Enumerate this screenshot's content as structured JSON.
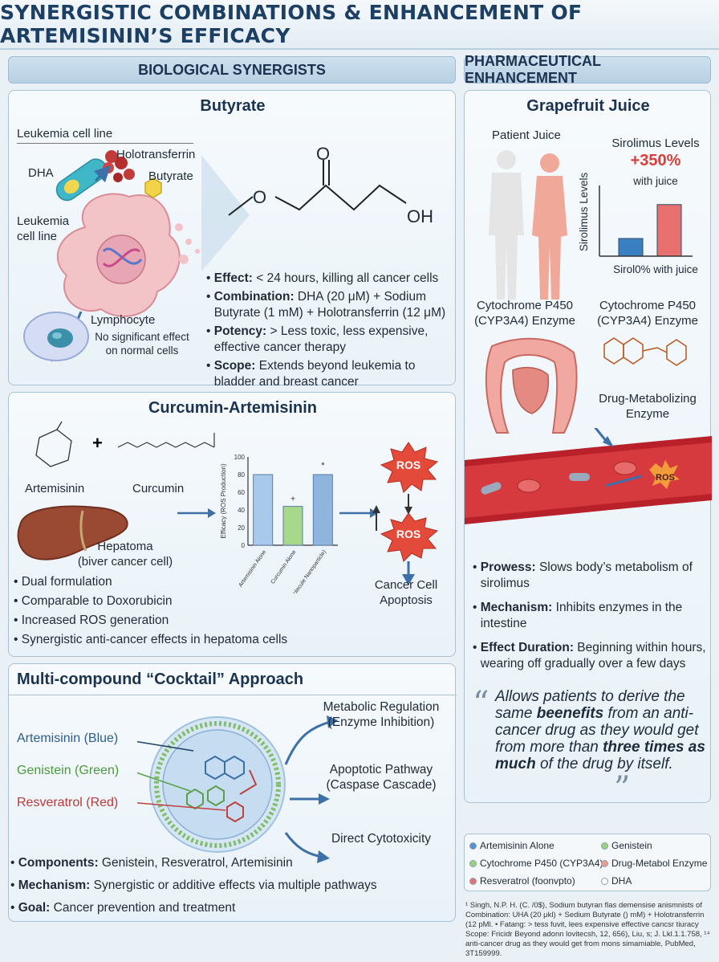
{
  "title": "SYNERGISTIC COMBINATIONS & ENHANCEMENT OF ARTEMISININ’S EFFICACY",
  "left_header": "BIOLOGICAL SYNERGISTS",
  "right_header": "PHARMACEUTICAL ENHANCEMENT",
  "butyrate": {
    "title": "Butyrate",
    "cell_line_top": "Leukemia cell line",
    "dha": "DHA",
    "holotransferrin": "Holotransferrin",
    "butyrate_label": "Butyrate",
    "cell_line_side": "Leukemia\ncell line",
    "lymphocyte": "Lymphocyte",
    "no_effect": "No significant effect\non normal cells",
    "molecule_o": "O",
    "molecule_o2": "O",
    "molecule_oh": "OH",
    "bullets": [
      {
        "label": "Effect:",
        "text": " < 24 hours, killing all cancer cells"
      },
      {
        "label": "Combination:",
        "text": " DHA (20 μM) + Sodium Butyrate (1 mM) + Holotransferrin (12 μM)"
      },
      {
        "label": "Potency:",
        "text": " > Less toxic, less expensive, effective cancer therapy"
      },
      {
        "label": "Scope:",
        "text": " Extends beyond leukemia to bladder and breast cancer"
      }
    ]
  },
  "curcumin": {
    "title": "Curcumin-Artemisinin",
    "artemisinin": "Artemisinin",
    "curcumin": "Curcumin",
    "hepatoma": "Hepatoma\n(biver cancer cell)",
    "ros": "ROS",
    "apoptosis": "Cancer Cell\nApoptosis",
    "bullets": [
      "Dual formulation",
      "Comparable to Doxorubicin",
      "Increased ROS generation",
      "Synergistic anti-cancer effects in hepatoma cells"
    ]
  },
  "chart_data": {
    "type": "bar",
    "ylabel": "Efficacy (ROS Production)",
    "categories": [
      "Artemisinin Alone",
      "Curcumin Alone",
      "Combination (Dual-Molecule Nanoparticle)"
    ],
    "values": [
      80,
      44,
      80
    ],
    "ylim": [
      0,
      100
    ],
    "yticks": [
      0,
      20,
      40,
      60,
      80,
      100
    ],
    "colors": [
      "#a9c9ea",
      "#a8d88a",
      "#8fb5df"
    ],
    "annotations": [
      "+",
      "*"
    ]
  },
  "cocktail": {
    "title": "Multi-compound “Cocktail” Approach",
    "labels": {
      "artemisinin": "Artemisinin (Blue)",
      "genistein": "Genistein (Green)",
      "resveratrol": "Resveratrol (Red)"
    },
    "pathways": [
      "Metabolic Regulation\n(Enzyme Inhibition)",
      "Apoptotic Pathway\n(Caspase Cascade)",
      "Direct Cytotoxicity"
    ],
    "bullets": [
      {
        "label": "Components:",
        "text": " Genistein, Resveratrol, Artemisinin"
      },
      {
        "label": "Mechanism:",
        "text": " Synergistic or additive effects via multiple pathways"
      },
      {
        "label": "Goal:",
        "text": " Cancer prevention and treatment"
      }
    ]
  },
  "grapefruit": {
    "title": "Grapefruit Juice",
    "patient": "Patient Juice",
    "chart_title": "Sirolimus Levels",
    "increase": "+350%",
    "with_juice": "with juice",
    "ylabel": "Sirolimus Levels",
    "xlabel": "Sirol0% with juice",
    "enzyme1": "Cytochrome P450\n(CYP3A4) Enzyme",
    "enzyme2": "Cytochrome P450\n(CYP3A4) Enzyme",
    "drug_enzyme": "Drug-Metabolizing\nEnzyme",
    "ros": "ROS",
    "bullets": [
      {
        "label": "Prowess:",
        "text": " Slows body’s metabolism of sirolimus"
      },
      {
        "label": "Mechanism:",
        "text": " Inhibits enzymes in the intestine"
      },
      {
        "label": "Effect Duration:",
        "text": " Beginning within hours, wearing off gradually over a few days"
      }
    ],
    "quote": {
      "p1": "Allows patients to derive the same ",
      "b1": "beenefits",
      "p2": " from an anti-cancer drug as they would get from more than ",
      "b2": "three times as much",
      "p3": " of the drug by itself."
    }
  },
  "grapefruit_chart": {
    "type": "bar",
    "values": [
      25,
      73
    ],
    "ylim": [
      0,
      100
    ],
    "colors": [
      "#3a7fc1",
      "#e8716f"
    ]
  },
  "legend": [
    {
      "label": "Artemisinin Alone",
      "color": "#5b8fd1"
    },
    {
      "label": "Genistein",
      "color": "#9ad37e"
    },
    {
      "label": "Cytochrome P450 (CYP3A4)",
      "color": "#9ad37e"
    },
    {
      "label": "Drug-Metabol Enzyme",
      "color": "#f19a8e"
    },
    {
      "label": "Resveratrol (foonvpto)",
      "color": "#e27470"
    },
    {
      "label": "DHA",
      "color": "#ffffff"
    }
  ],
  "reference": "¹ Singh, N.P. H. (C. /0$), Sodium butyran flas demensise anismnists of Combination: UHA (20 μkl) + Sedium Butyrate () mM) + Holotransferrin (12 pMl. • Fatang: > tess fuvit, lees expensive effective cancsr tiuracy Scope: Fricidr Beyond adonn lovitecsh, 12, 656), Liu, s; J. Lkl.1.1.758, ¹⁴ anti-cancer drug as they would get from mons simamiable, PubMed, 3T159999."
}
